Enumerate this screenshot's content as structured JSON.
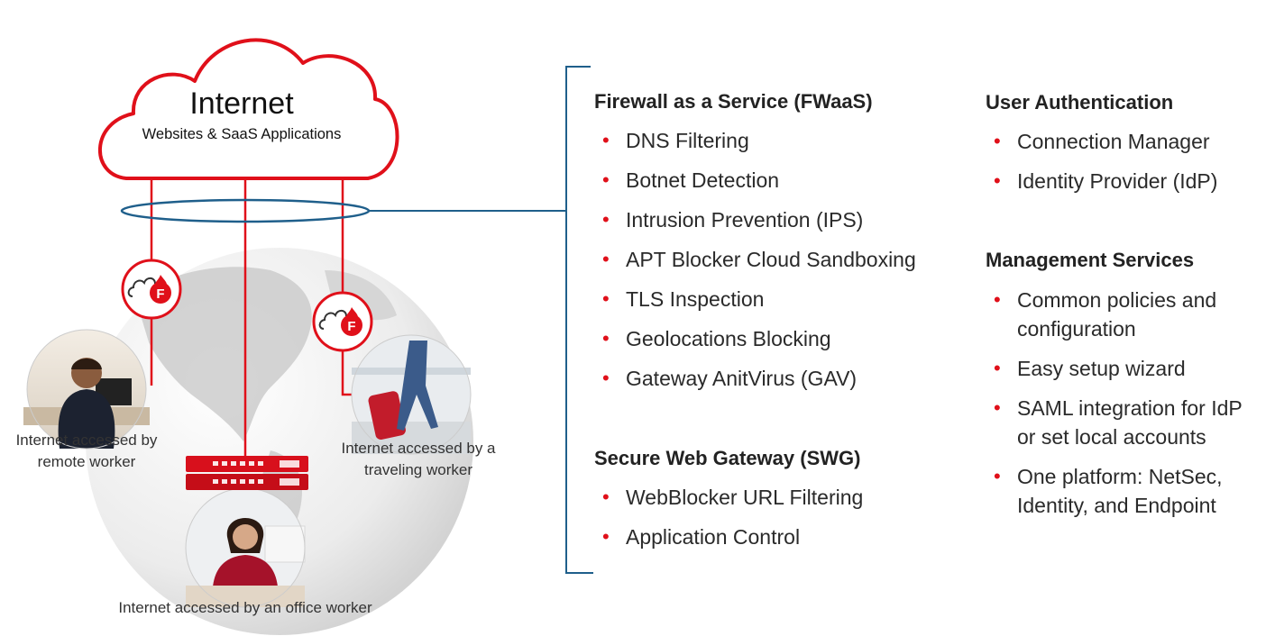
{
  "cloud": {
    "title": "Internet",
    "subtitle": "Websites & SaaS Applications"
  },
  "captions": {
    "remote_worker": "Internet accessed by remote worker",
    "traveling_worker": "Internet accessed by a traveling worker",
    "office_worker": "Internet accessed by an office worker"
  },
  "icons": {
    "cloud_firewall": "cloud-firewall-icon",
    "appliance": "firewall-appliance-icon",
    "worker_photo": "person-photo-icon"
  },
  "colors": {
    "accent_red": "#e0101a",
    "bracket_blue": "#1f5f8b",
    "globe_gray": "#e4e4e4"
  },
  "services": {
    "fwaas": {
      "title": "Firewall as a Service (FWaaS)",
      "items": [
        "DNS Filtering",
        "Botnet Detection",
        "Intrusion Prevention (IPS)",
        "APT Blocker Cloud Sandboxing",
        "TLS Inspection",
        "Geolocations Blocking",
        "Gateway AnitVirus (GAV)"
      ]
    },
    "swg": {
      "title": "Secure Web Gateway (SWG)",
      "items": [
        "WebBlocker URL Filtering",
        "Application Control"
      ]
    },
    "auth": {
      "title": "User Authentication",
      "items": [
        "Connection Manager",
        "Identity Provider (IdP)"
      ]
    },
    "mgmt": {
      "title": "Management Services",
      "items": [
        "Common policies and configuration",
        "Easy setup wizard",
        "SAML integration for IdP or set local accounts",
        "One platform: NetSec, Identity, and Endpoint"
      ]
    }
  }
}
